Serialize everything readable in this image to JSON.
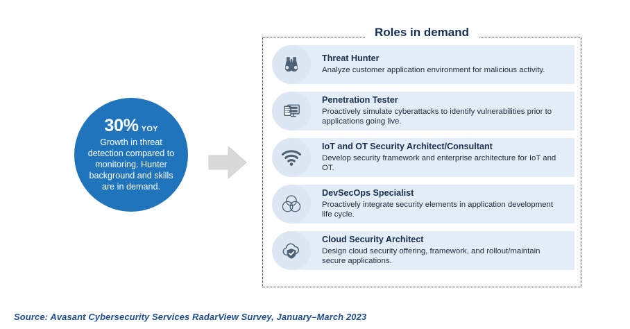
{
  "stat": {
    "value": "30%",
    "unit": "YOY",
    "description": "Growth in threat detection compared to monitoring. Hunter background and skills are in demand.",
    "circle_color": "#1f74bb"
  },
  "arrow": {
    "icon": "right-arrow-icon",
    "color": "#d9d9d9"
  },
  "panel": {
    "title": "Roles in demand",
    "title_color": "#173153",
    "border_color": "#26364f",
    "row_background": "#e3edf8",
    "icon_circle_color": "#dde7f3",
    "roles": [
      {
        "icon": "binoculars-icon",
        "title": "Threat Hunter",
        "description": "Analyze customer application environment for malicious activity."
      },
      {
        "icon": "monitor-checklist-icon",
        "title": "Penetration Tester",
        "description": "Proactively simulate cyberattacks to identify vulnerabilities prior to applications going live."
      },
      {
        "icon": "wifi-signal-icon",
        "title": "IoT and OT Security Architect/Consultant",
        "description": "Develop security framework and enterprise architecture for IoT and OT."
      },
      {
        "icon": "venn-diagram-icon",
        "title": "DevSecOps Specialist",
        "description": "Proactively integrate security elements in application development life cycle."
      },
      {
        "icon": "cloud-shield-icon",
        "title": "Cloud Security Architect",
        "description": "Design cloud security offering, framework, and rollout/maintain secure applications."
      }
    ]
  },
  "footer": {
    "source": "Source: Avasant Cybersecurity Services RadarView Survey, January–March 2023",
    "color": "#1f4e8c"
  }
}
